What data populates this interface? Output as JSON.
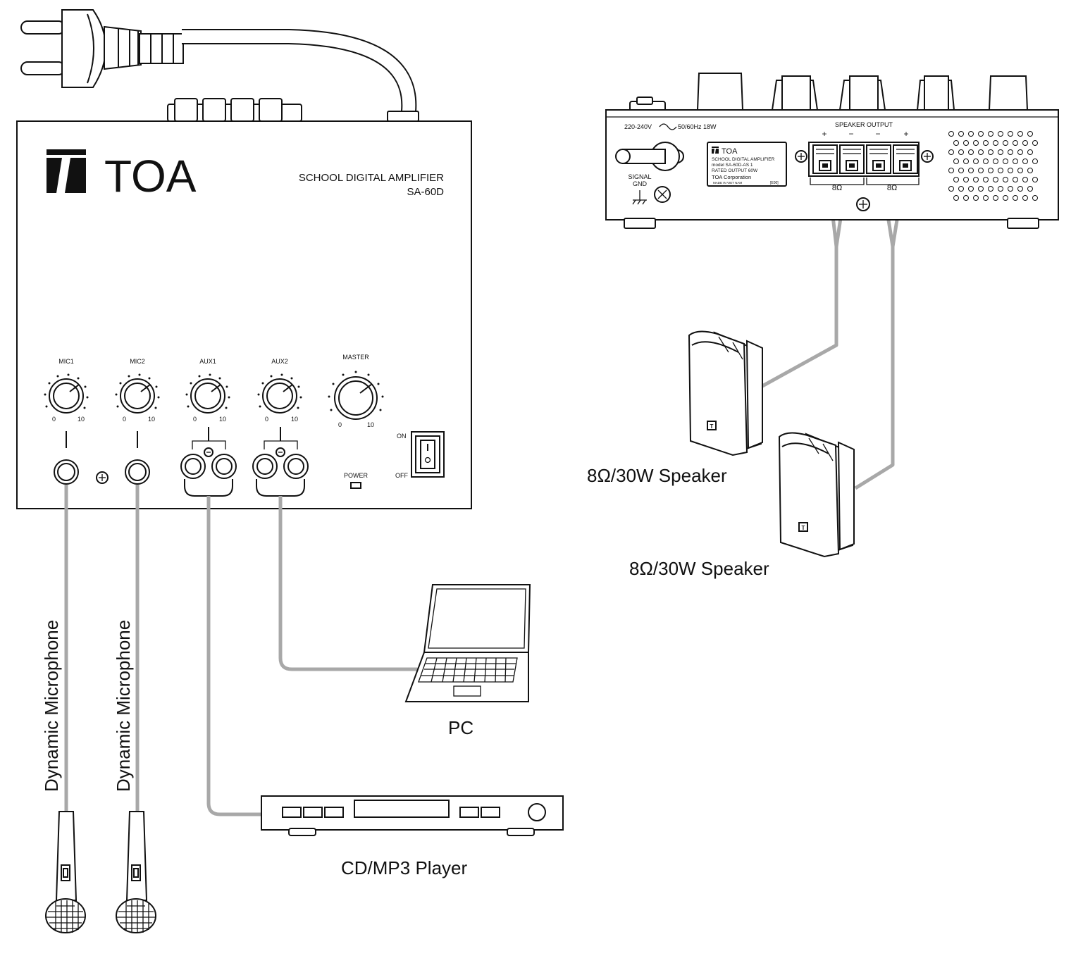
{
  "amplifier_front": {
    "brand": "TOA",
    "product_name": "SCHOOL DIGITAL AMPLIFIER",
    "model": "SA-60D",
    "knobs": [
      {
        "label": "MIC1",
        "min": "0",
        "max": "10"
      },
      {
        "label": "MIC2",
        "min": "0",
        "max": "10"
      },
      {
        "label": "AUX1",
        "min": "0",
        "max": "10"
      },
      {
        "label": "AUX2",
        "min": "0",
        "max": "10"
      },
      {
        "label": "MASTER",
        "min": "0",
        "max": "10"
      }
    ],
    "switch_on": "ON",
    "switch_off": "OFF",
    "power_label": "POWER"
  },
  "amplifier_rear": {
    "power_rating": "220-240V",
    "power_rating_suffix": "50/60Hz 18W",
    "signal_gnd": [
      "SIGNAL",
      "GND"
    ],
    "speaker_output": "SPEAKER OUTPUT",
    "polarity": [
      "+",
      "−",
      "−",
      "+"
    ],
    "impedance": [
      "8Ω",
      "8Ω"
    ],
    "nameplate": {
      "brand": "TOA",
      "line1": "SCHOOL DIGITAL AMPLIFIER",
      "line2": "model  SA-60D-AS  1",
      "line3": "RATED OUTPUT 60W",
      "line4": "TOA Corporation",
      "line5": "MADE IN VIET NAM",
      "code": "[E00]"
    }
  },
  "labels": {
    "speaker1": "8Ω/30W Speaker",
    "speaker2": "8Ω/30W Speaker",
    "pc": "PC",
    "cd_player": "CD/MP3 Player",
    "mic1": "Dynamic Microphone",
    "mic2": "Dynamic Microphone"
  }
}
